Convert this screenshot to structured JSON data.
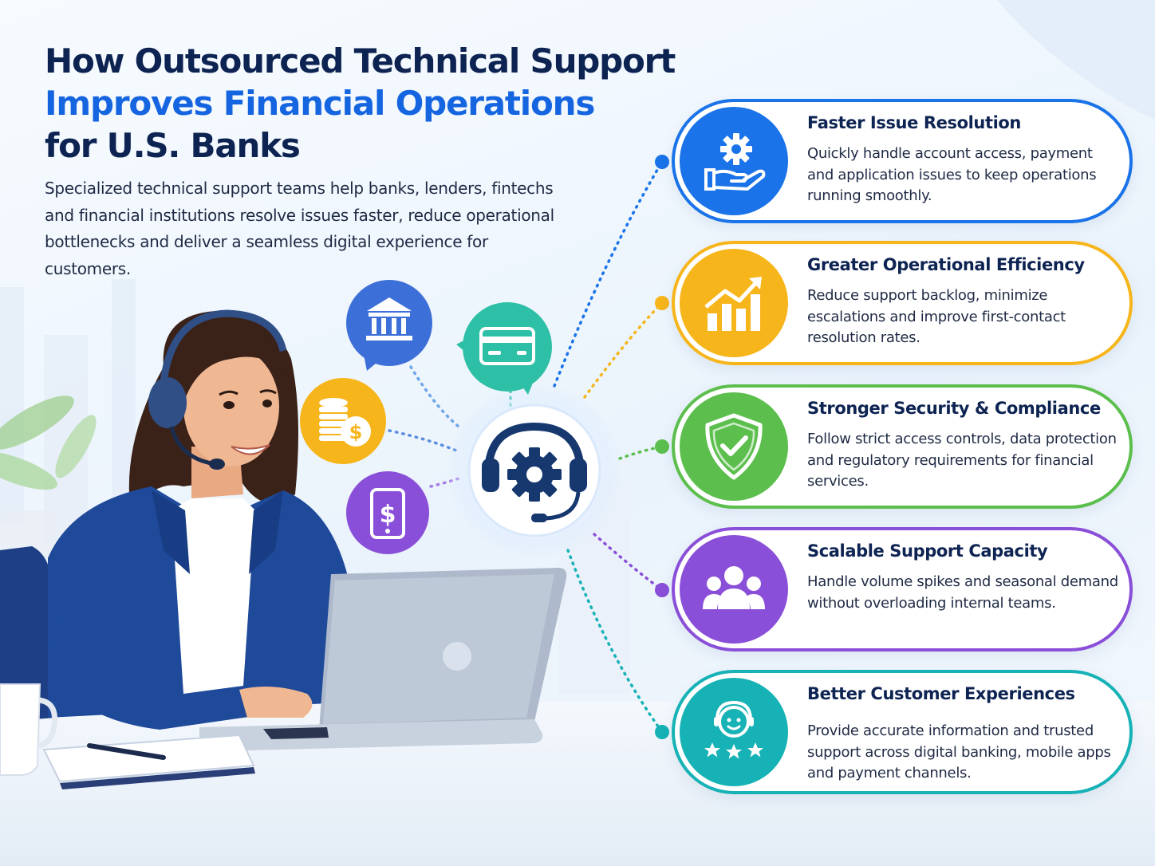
{
  "title": {
    "line1": "How Outsourced Technical Support",
    "line2": "Improves Financial Operations",
    "line3": "for U.S. Banks"
  },
  "subtitle": "Specialized technical support teams help banks, lenders, fintechs and financial institutions resolve issues faster, reduce operational bottlenecks and deliver a seamless digital experience for customers.",
  "benefits": [
    {
      "title": "Faster Issue Resolution",
      "description": "Quickly handle account access, payment and application issues to keep operations running smoothly.",
      "icon": "gear-hand-icon",
      "color": "#1a73e8"
    },
    {
      "title": "Greater Operational Efficiency",
      "description": "Reduce support backlog, minimize escalations and improve first-contact resolution rates.",
      "icon": "growth-chart-icon",
      "color": "#f7b51c"
    },
    {
      "title": "Stronger Security & Compliance",
      "description": "Follow strict access controls, data protection and regulatory requirements for financial services.",
      "icon": "shield-check-icon",
      "color": "#5cbf4d"
    },
    {
      "title": "Scalable Support Capacity",
      "description": "Handle volume spikes and seasonal demand without overloading internal teams.",
      "icon": "team-icon",
      "color": "#8a4fd8"
    },
    {
      "title": "Better Customer Experiences",
      "description": "Provide accurate information and trusted support across digital banking, mobile apps and payment channels.",
      "icon": "customer-rating-icon",
      "color": "#16b2b5"
    }
  ],
  "hub_icon": "headset-gear-icon",
  "small_icons": [
    {
      "icon": "bank-icon",
      "color": "#3d6fd8"
    },
    {
      "icon": "credit-card-icon",
      "color": "#2ec0a6"
    },
    {
      "icon": "coins-icon",
      "color": "#f7b51c"
    },
    {
      "icon": "mobile-payment-icon",
      "color": "#8a4fd8"
    }
  ]
}
